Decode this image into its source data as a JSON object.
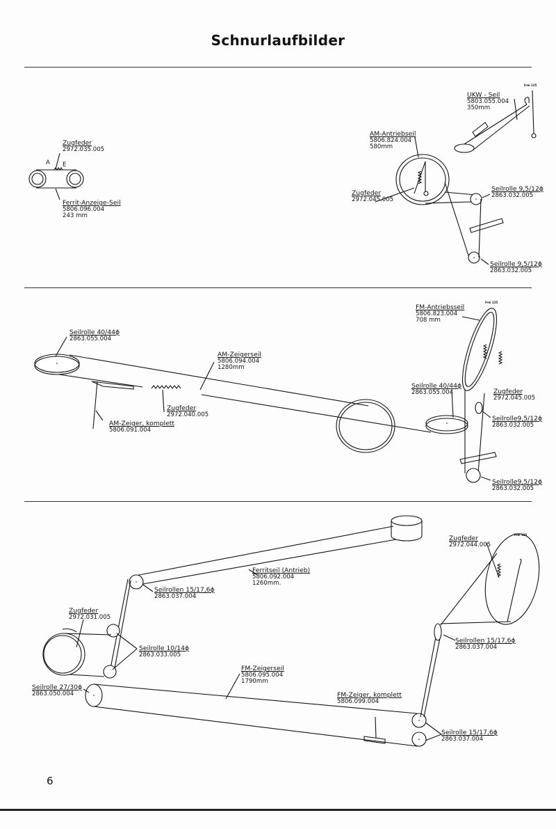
{
  "title": "Schnurlaufbilder",
  "page_number": "6",
  "section1": {
    "ferrit_zugfeder": {
      "name": "Zugfeder",
      "part": "2972.035.005"
    },
    "ferrit_seil": {
      "name": "Ferrit-Anzeige-Seil",
      "part": "5806.096.004",
      "length": "243 mm"
    },
    "spring_ends": {
      "a": "A",
      "e": "E"
    },
    "ukw_seil": {
      "name": "UKW - Seil",
      "part": "5803.055.004",
      "length": "350mm"
    },
    "frei": "Frei 125",
    "am_antriebseil": {
      "name": "AM-Antriebseil",
      "part": "5806.824.004",
      "length": "580mm"
    },
    "am_zugfeder": {
      "name": "Zugfeder",
      "part": "2972.045.005"
    },
    "seilrolle_top": {
      "name": "Seilrolle 9,5/12ϕ",
      "part": "2863.032.005"
    },
    "seilrolle_bottom": {
      "name": "Seilrolle 9,5/12ϕ",
      "part": "2863.032.005"
    }
  },
  "section2": {
    "seilrolle_left": {
      "name": "Seilrolle 40/44ϕ",
      "part": "2863.055.004"
    },
    "am_zeigerseil": {
      "name": "AM-Zeigerseil",
      "part": "5806.094.004",
      "length": "1280mm"
    },
    "zugfeder": {
      "name": "Zugfeder",
      "part": "2972.040.005"
    },
    "am_zeiger": {
      "name": "AM-Zeiger, komplett",
      "part": "5806.091.004"
    },
    "fm_antriebsseil": {
      "name": "FM-Antriebsseil",
      "part": "5806.823.004",
      "length": "708 mm"
    },
    "frei": "Frei 125",
    "fm_zugfeder": {
      "name": "Zugfeder",
      "part": "2972.045.005"
    },
    "seilrolle_right": {
      "name": "Seilrolle 40/44ϕ",
      "part": "2863.055.004"
    },
    "seilrolle_mid": {
      "name": "Seilrolle9,5/12ϕ",
      "part": "2863.032.005"
    },
    "seilrolle_low": {
      "name": "Seilrolle9,5/12ϕ",
      "part": "2863.032.005"
    }
  },
  "section3": {
    "ferritseil": {
      "name": "Ferritseil (Antrieb)",
      "part": "5806.092.004",
      "length": "1260mm."
    },
    "seilrollen_left": {
      "name": "Seilrollen 15/17,6ϕ",
      "part": "2863.037.004"
    },
    "zugfeder_left": {
      "name": "Zugfeder",
      "part": "2972.031.005"
    },
    "seilrolle_10": {
      "name": "Seilrolle 10/14ϕ",
      "part": "2863.033.005"
    },
    "seilrolle_27": {
      "name": "Seilrolle 27/30ϕ",
      "part": "2863.050.004"
    },
    "fm_zeigerseil": {
      "name": "FM-Zeigerseil",
      "part": "5806.095.004",
      "length": "1790mm"
    },
    "fm_zeiger": {
      "name": "FM-Zeiger, komplett",
      "part": "5806.099.004"
    },
    "zugfeder_right": {
      "name": "Zugfeder",
      "part": "2972.044.005"
    },
    "frei": "Frei 125",
    "seilrollen_right": {
      "name": "Seilrollen 15/17,6ϕ",
      "part": "2863.037.004"
    },
    "seilrolle_bottom": {
      "name": "Seilrolle 15/17,6ϕ",
      "part": "2863.037.004"
    }
  }
}
